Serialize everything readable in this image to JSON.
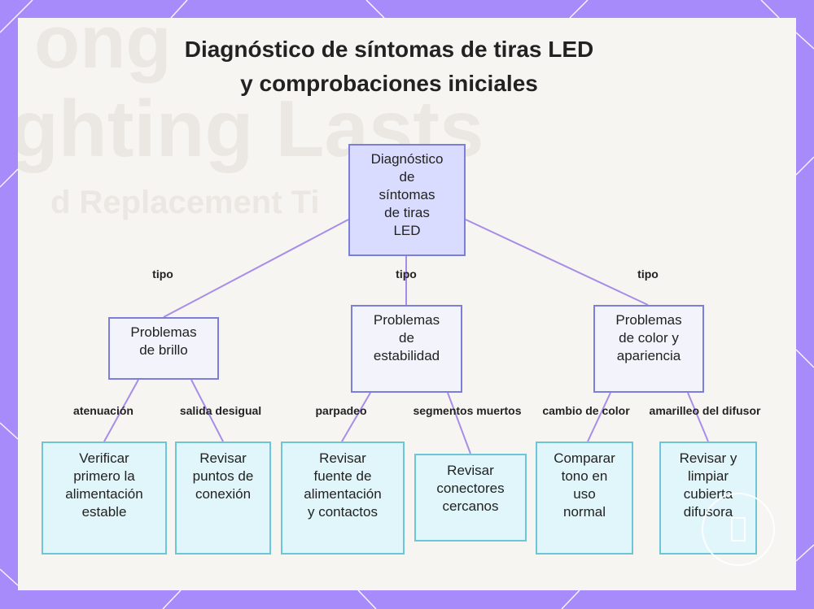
{
  "diagram": {
    "title_lines": [
      "Diagnóstico de síntomas de tiras LED",
      "y comprobaciones iniciales"
    ],
    "root": {
      "lines": [
        "Diagnóstico",
        "de",
        "síntomas",
        "de tiras",
        "LED"
      ]
    },
    "branches": [
      {
        "edge_label": "tipo",
        "lines": [
          "Problemas",
          "de brillo"
        ],
        "children": [
          {
            "edge_label": "atenuación",
            "lines": [
              "Verificar",
              "primero la",
              "alimentación",
              "estable"
            ]
          },
          {
            "edge_label": "salida desigual",
            "lines": [
              "Revisar",
              "puntos de",
              "conexión"
            ]
          }
        ]
      },
      {
        "edge_label": "tipo",
        "lines": [
          "Problemas",
          "de",
          "estabilidad"
        ],
        "children": [
          {
            "edge_label": "parpadeo",
            "lines": [
              "Revisar",
              "fuente de",
              "alimentación",
              "y contactos"
            ]
          },
          {
            "edge_label": "segmentos muertos",
            "lines": [
              "Revisar",
              "conectores",
              "cercanos"
            ]
          }
        ]
      },
      {
        "edge_label": "tipo",
        "lines": [
          "Problemas",
          "de color y",
          "apariencia"
        ],
        "children": [
          {
            "edge_label": "cambio de color",
            "lines": [
              "Comparar",
              "tono en",
              "uso",
              "normal"
            ]
          },
          {
            "edge_label": "amarilleo del difusor",
            "lines": [
              "Revisar y",
              "limpiar",
              "cubierta",
              "difusora"
            ]
          }
        ]
      }
    ]
  },
  "colors": {
    "frame": "#a78bfa",
    "edge": "#a88de8",
    "root_fill": "#d9dcff",
    "node_border": "#7b7fd9",
    "leaf_fill": "#e0f6fb",
    "leaf_border": "#6cc6d6"
  },
  "background_text": [
    "ong",
    "ghting Lasts",
    "d Replacement Ti"
  ]
}
